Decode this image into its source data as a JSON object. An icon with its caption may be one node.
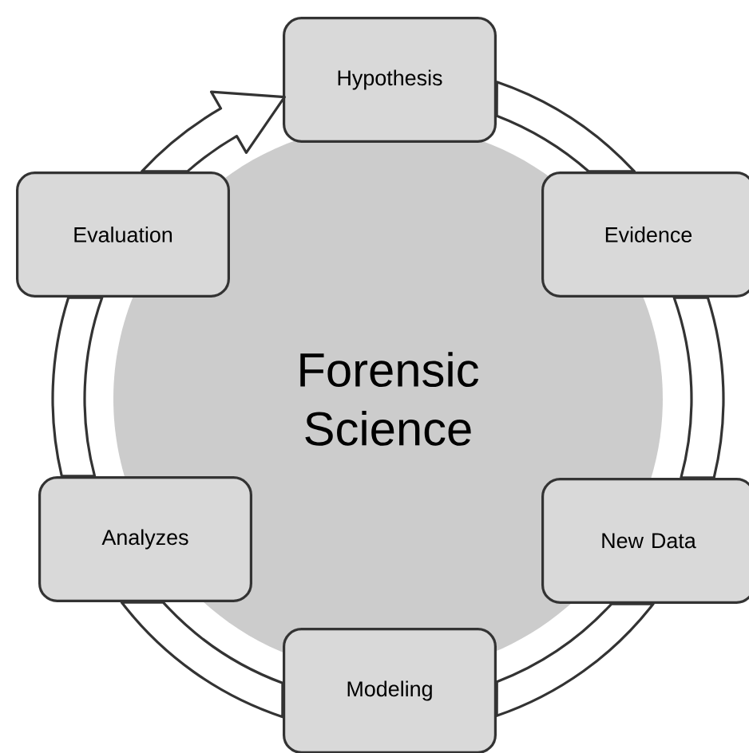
{
  "diagram": {
    "nodes": [
      {
        "text": [
          "Forensic Science"
        ]
      },
      {
        "text": [
          "Hypothesis"
        ]
      },
      {
        "text": [
          "Evidence"
        ]
      },
      {
        "text": [
          "New Data"
        ]
      },
      {
        "text": [
          "Modeling"
        ]
      },
      {
        "text": [
          "Analyzes"
        ]
      },
      {
        "text": [
          "Evaluation"
        ]
      }
    ],
    "edges": [
      {
        "from": 1,
        "to": 2,
        "arrow": "none"
      },
      {
        "from": 2,
        "to": 3,
        "arrow": "none"
      },
      {
        "from": 3,
        "to": 4,
        "arrow": "none"
      },
      {
        "from": 4,
        "to": 5,
        "arrow": "none"
      },
      {
        "from": 5,
        "to": 6,
        "arrow": "none"
      },
      {
        "from": 6,
        "to": 1,
        "arrow": "to"
      }
    ]
  }
}
